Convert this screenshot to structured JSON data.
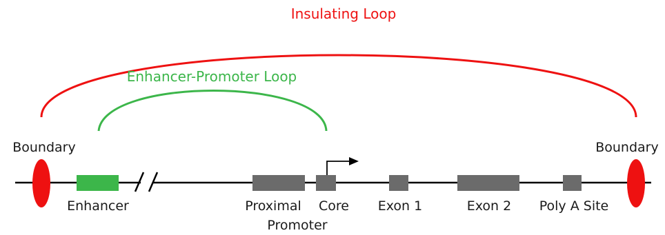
{
  "colors": {
    "insulating": "#ee1111",
    "enhancer_loop": "#3cb64a",
    "boundary": "#ee1111",
    "enhancer": "#3cb64a",
    "element": "#6b6b6b",
    "line": "#000000"
  },
  "loops": {
    "insulating": "Insulating Loop",
    "enhancer_promoter": "Enhancer-Promoter Loop"
  },
  "labels": {
    "boundary_left": "Boundary",
    "boundary_right": "Boundary",
    "enhancer": "Enhancer",
    "proximal": "Proximal",
    "promoter": "Promoter",
    "core": "Core",
    "exon1": "Exon 1",
    "exon2": "Exon 2",
    "poly_a": "Poly A Site"
  }
}
